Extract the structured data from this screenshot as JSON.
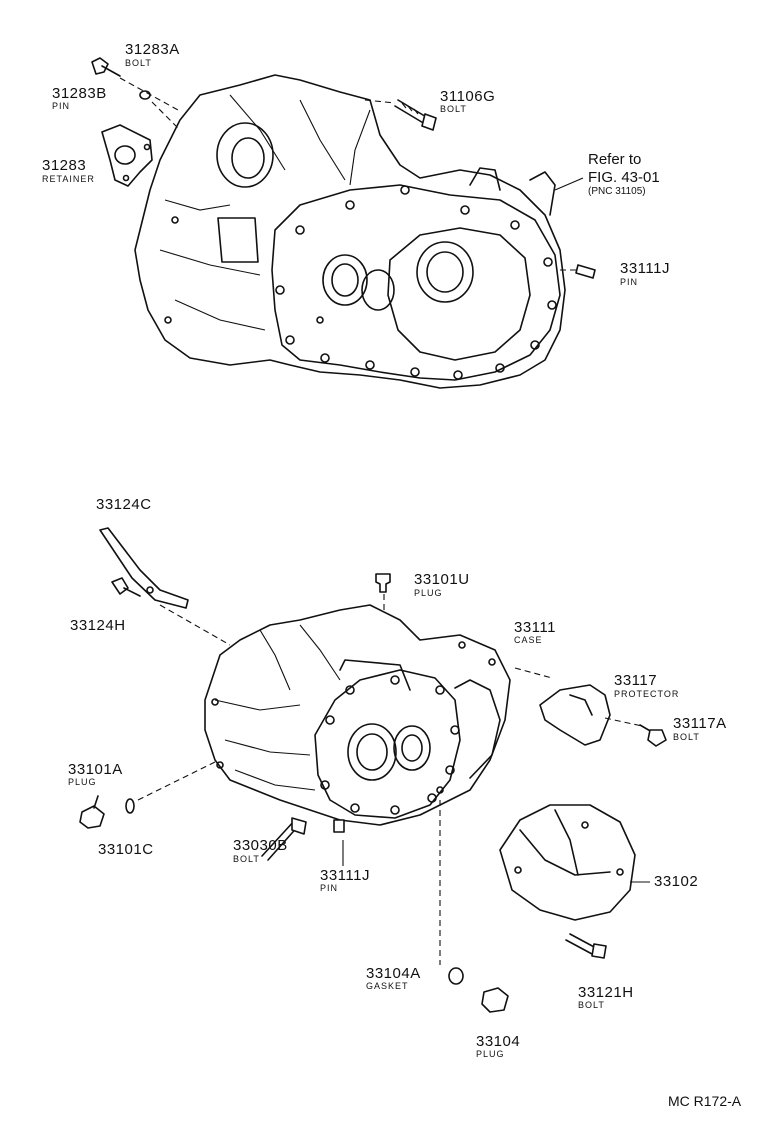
{
  "upper": {
    "p31283A": {
      "number": "31283A",
      "desc": "BOLT"
    },
    "p31283B": {
      "number": "31283B",
      "desc": "PIN"
    },
    "p31283": {
      "number": "31283",
      "desc": "RETAINER"
    },
    "p31106G": {
      "number": "31106G",
      "desc": "BOLT"
    },
    "refer": {
      "line1": "Refer to",
      "line2": "FIG. 43-01",
      "line3": "(PNC 31105)"
    },
    "p33111J": {
      "number": "33111J",
      "desc": "PIN"
    }
  },
  "lower": {
    "p33124C": {
      "number": "33124C"
    },
    "p33124H": {
      "number": "33124H"
    },
    "p33101U": {
      "number": "33101U",
      "desc": "PLUG"
    },
    "p33111": {
      "number": "33111",
      "desc": "CASE"
    },
    "p33117": {
      "number": "33117",
      "desc": "PROTECTOR"
    },
    "p33117A": {
      "number": "33117A",
      "desc": "BOLT"
    },
    "p33101A": {
      "number": "33101A",
      "desc": "PLUG"
    },
    "p33101C": {
      "number": "33101C"
    },
    "p33030B": {
      "number": "33030B",
      "desc": "BOLT"
    },
    "p33111J": {
      "number": "33111J",
      "desc": "PIN"
    },
    "p33102": {
      "number": "33102"
    },
    "p33104A": {
      "number": "33104A",
      "desc": "GASKET"
    },
    "p33121H": {
      "number": "33121H",
      "desc": "BOLT"
    },
    "p33104": {
      "number": "33104",
      "desc": "PLUG"
    }
  },
  "figure_code": "MC R172-A"
}
